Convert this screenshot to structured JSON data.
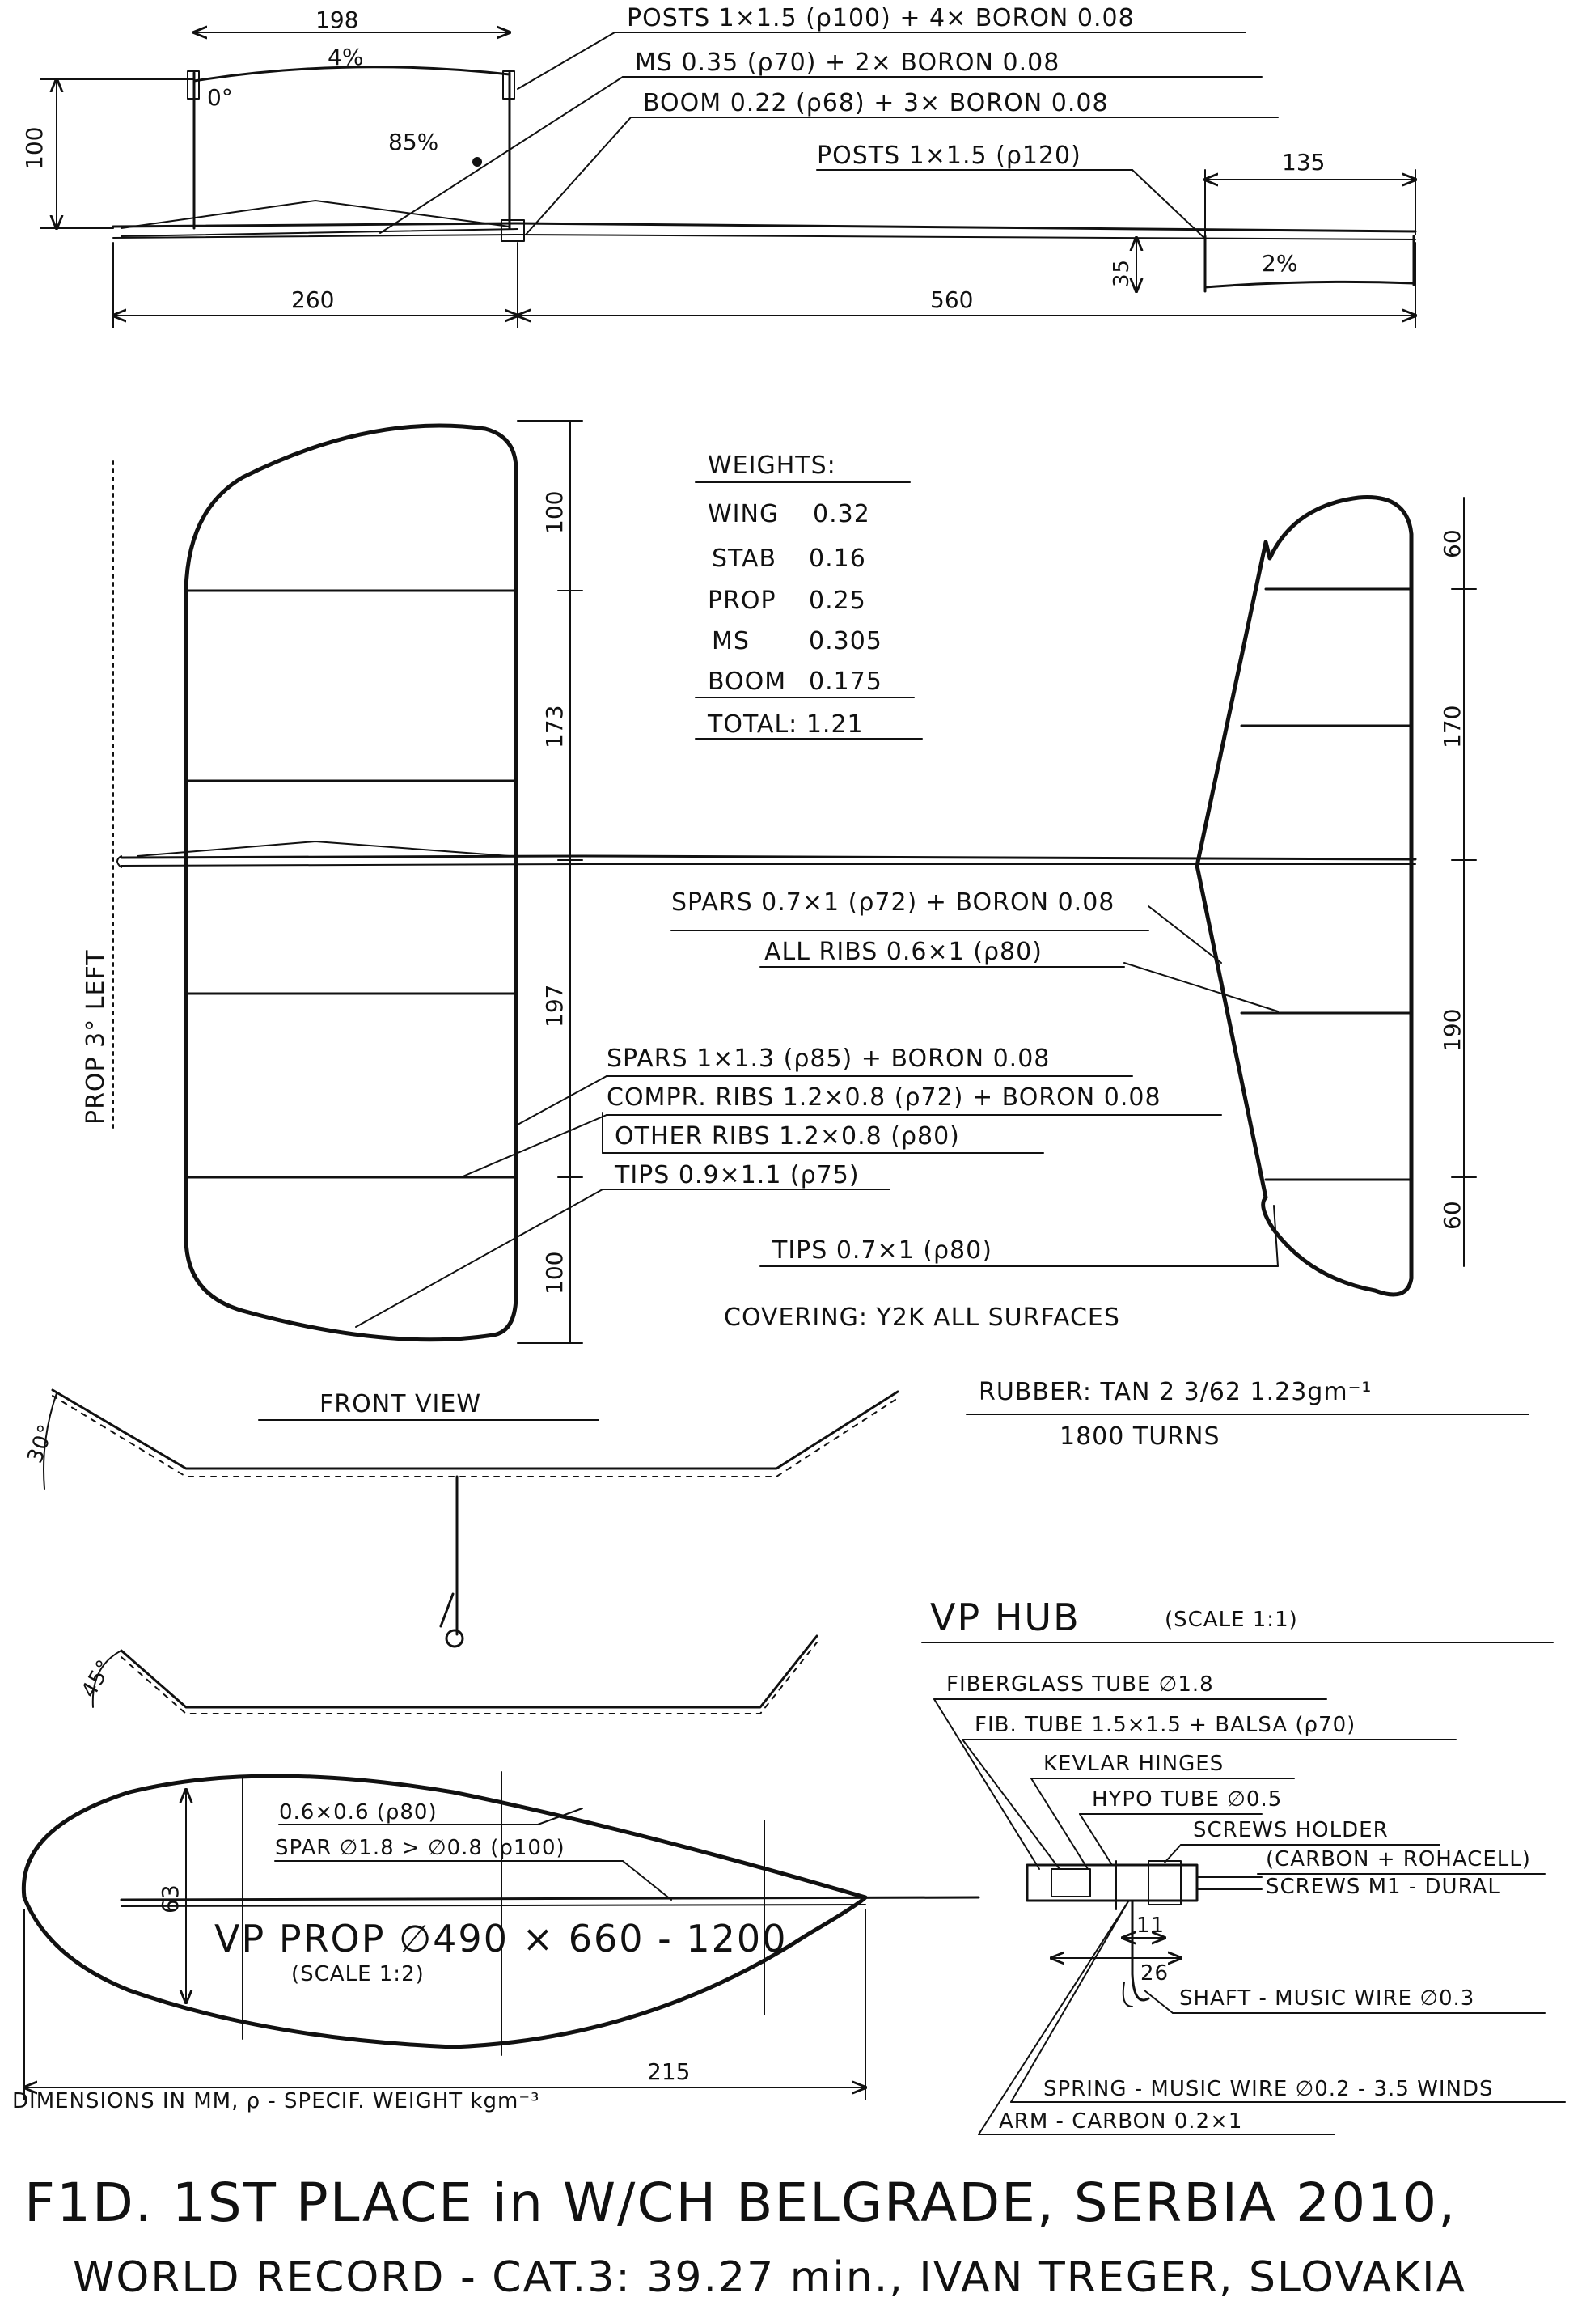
{
  "side_view": {
    "dim_wing_chord": "198",
    "camber_wing": "4%",
    "angle_wing": "0°",
    "height": "100",
    "pct_85": "85%",
    "dim_front": "260",
    "dim_boom": "560",
    "dim_stab_chord": "135",
    "dim_stab_height": "35",
    "camber_stab": "2%",
    "notes": [
      "POSTS 1×1.5 (ρ100) + 4× BORON 0.08",
      "MS 0.35 (ρ70) + 2× BORON 0.08",
      "BOOM 0.22 (ρ68) + 3× BORON 0.08",
      "POSTS 1×1.5 (ρ120)"
    ]
  },
  "top_view": {
    "wing_dims": [
      "100",
      "173",
      "197",
      "100"
    ],
    "stab_dims": [
      "60",
      "170",
      "190",
      "60"
    ],
    "prop_note": "PROP 3° LEFT",
    "notes": [
      "SPARS 0.7×1 (ρ72) + BORON 0.08",
      "ALL RIBS 0.6×1 (ρ80)",
      "SPARS 1×1.3 (ρ85) + BORON 0.08",
      "COMPR. RIBS 1.2×0.8 (ρ72) + BORON 0.08",
      "OTHER RIBS 1.2×0.8 (ρ80)",
      "TIPS 0.9×1.1 (ρ75)",
      "TIPS 0.7×1 (ρ80)"
    ],
    "covering": "COVERING: Y2K ALL SURFACES"
  },
  "weights": {
    "heading": "WEIGHTS:",
    "rows": [
      {
        "name": "WING",
        "value": "0.32"
      },
      {
        "name": "STAB",
        "value": "0.16"
      },
      {
        "name": "PROP",
        "value": "0.25"
      },
      {
        "name": "MS",
        "value": "0.305"
      },
      {
        "name": "BOOM",
        "value": "0.175"
      }
    ],
    "total": "TOTAL: 1.21"
  },
  "front_view": {
    "label": "FRONT VIEW",
    "angle_wing": "30°",
    "angle_stab": "45°"
  },
  "rubber": {
    "line1": "RUBBER: TAN 2 3/62 1.23gm⁻¹",
    "line2": "1800 TURNS"
  },
  "prop": {
    "chord_63": "63",
    "dim_215": "215",
    "rib": "0.6×0.6 (ρ80)",
    "spar": "SPAR ∅1.8 > ∅0.8 (ρ100)",
    "title": "VP PROP ∅490 × 660 - 1200",
    "scale": "(SCALE 1:2)"
  },
  "hub": {
    "title": "VP HUB",
    "scale": "(SCALE 1:1)",
    "dim_11": "11",
    "dim_26": "26",
    "labels": [
      "FIBERGLASS TUBE ∅1.8",
      "FIB. TUBE 1.5×1.5 + BALSA (ρ70)",
      "KEVLAR HINGES",
      "HYPO TUBE ∅0.5",
      "SCREWS HOLDER",
      "(CARBON + ROHACELL)",
      "SCREWS M1 - DURAL",
      "SHAFT - MUSIC WIRE ∅0.3",
      "SPRING - MUSIC WIRE ∅0.2 - 3.5 WINDS",
      "ARM - CARBON 0.2×1"
    ]
  },
  "footnote": "DIMENSIONS IN MM, ρ - SPECIF. WEIGHT kgm⁻³",
  "title_line1": "F1D. 1ST PLACE in W/CH BELGRADE, SERBIA 2010,",
  "title_line2": "WORLD RECORD - CAT.3: 39.27 min., IVAN TREGER, SLOVAKIA"
}
